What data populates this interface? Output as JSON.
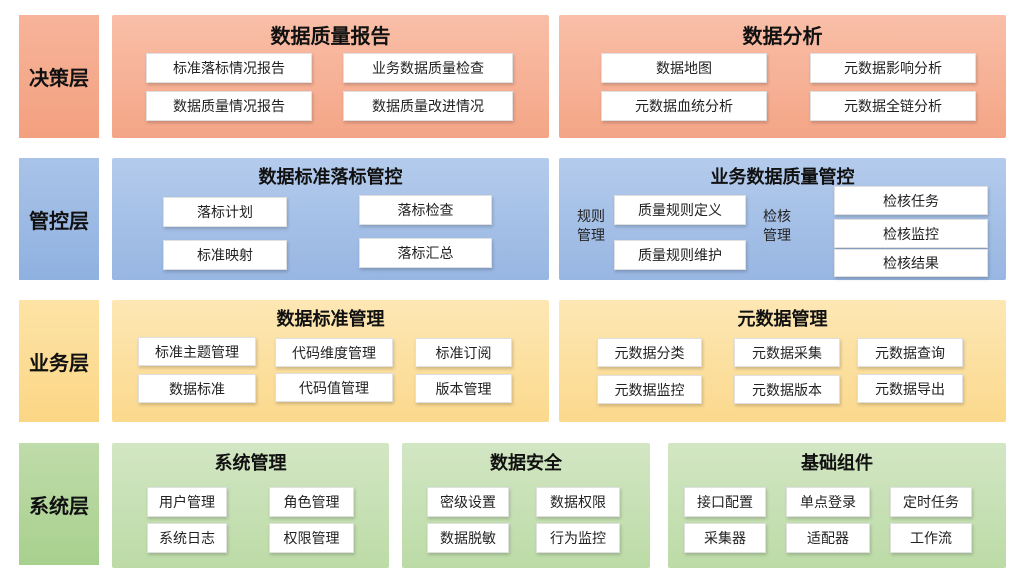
{
  "layers": {
    "decision": {
      "label": "决策层",
      "left": {
        "title": "数据质量报告",
        "items": [
          "标准落标情况报告",
          "业务数据质量检查",
          "数据质量情况报告",
          "数据质量改进情况"
        ]
      },
      "right": {
        "title": "数据分析",
        "items": [
          "数据地图",
          "元数据影响分析",
          "元数据血统分析",
          "元数据全链分析"
        ]
      }
    },
    "control": {
      "label": "管控层",
      "left": {
        "title": "数据标准落标管控",
        "items": [
          "落标计划",
          "落标检查",
          "标准映射",
          "落标汇总"
        ]
      },
      "right": {
        "title": "业务数据质量管控",
        "rule_label": "规则\n管理",
        "rule_label_l1": "规则",
        "rule_label_l2": "管理",
        "rule_items": [
          "质量规则定义",
          "质量规则维护"
        ],
        "check_label_l1": "检核",
        "check_label_l2": "管理",
        "check_items": [
          "检核任务",
          "检核监控",
          "检核结果"
        ]
      }
    },
    "business": {
      "label": "业务层",
      "left": {
        "title": "数据标准管理",
        "items": [
          "标准主题管理",
          "代码维度管理",
          "标准订阅",
          "数据标准",
          "代码值管理",
          "版本管理"
        ]
      },
      "right": {
        "title": "元数据管理",
        "items": [
          "元数据分类",
          "元数据采集",
          "元数据查询",
          "元数据监控",
          "元数据版本",
          "元数据导出"
        ]
      }
    },
    "system": {
      "label": "系统层",
      "group1": {
        "title": "系统管理",
        "items": [
          "用户管理",
          "角色管理",
          "系统日志",
          "权限管理"
        ]
      },
      "group2": {
        "title": "数据安全",
        "items": [
          "密级设置",
          "数据权限",
          "数据脱敏",
          "行为监控"
        ]
      },
      "group3": {
        "title": "基础组件",
        "items": [
          "接口配置",
          "单点登录",
          "定时任务",
          "采集器",
          "适配器",
          "工作流"
        ]
      }
    }
  },
  "colors": {
    "decision": "#f4a586",
    "control": "#97b6e2",
    "business": "#fbd98d",
    "system": "#bcdba6"
  }
}
